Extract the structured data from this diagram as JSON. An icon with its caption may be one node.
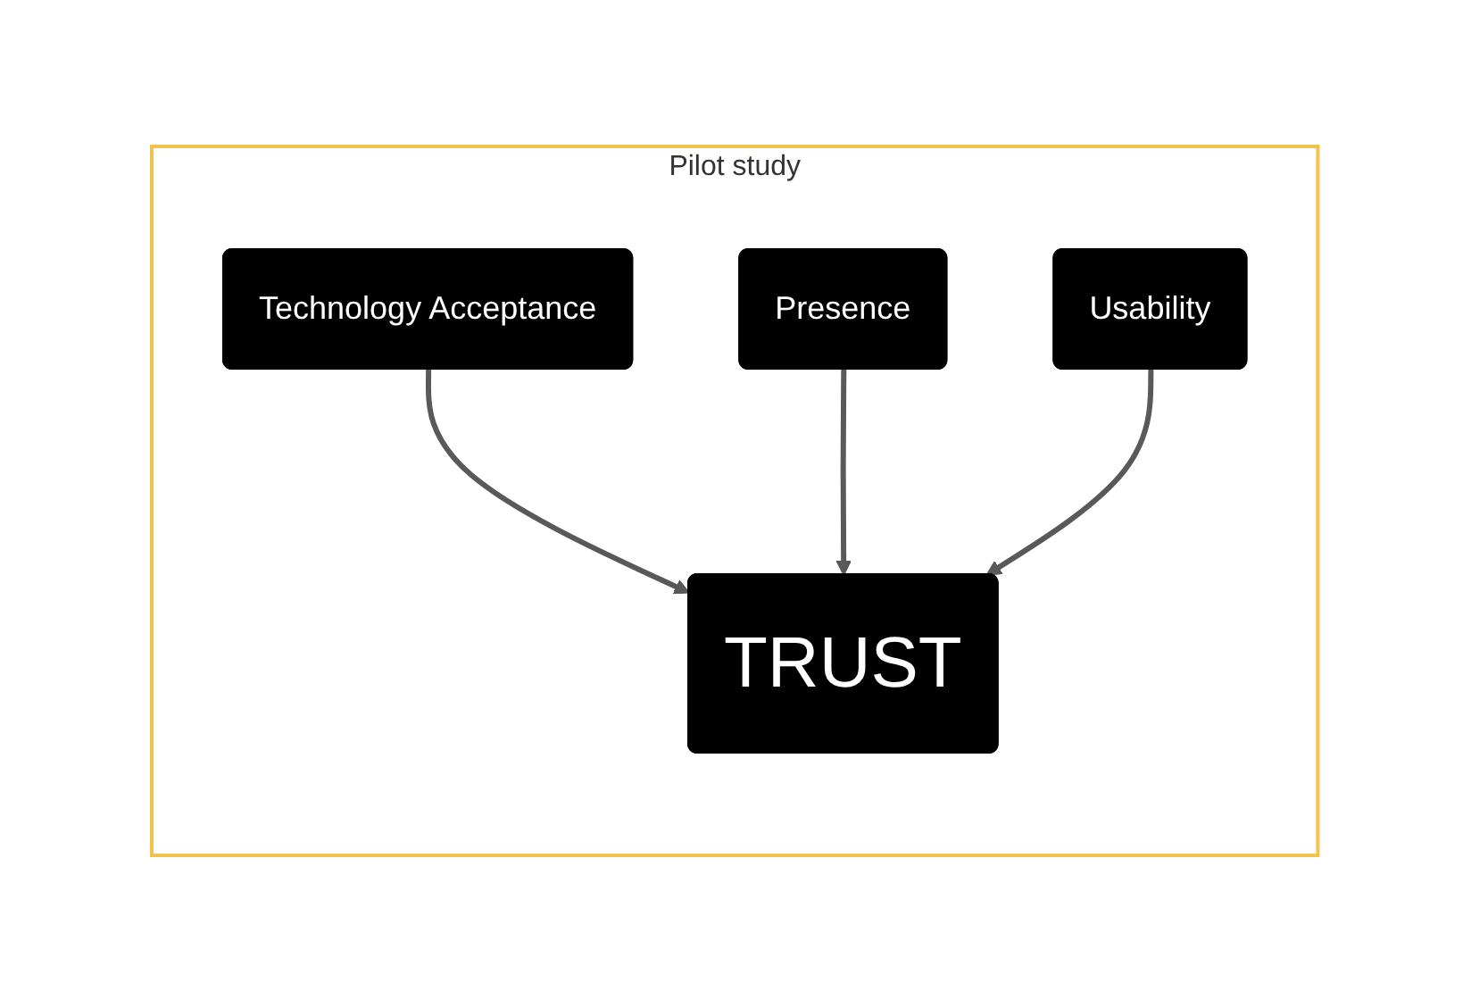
{
  "diagram": {
    "nodes": [
      {
        "text": [
          "Pilot study"
        ]
      },
      {
        "text": [
          "Presence"
        ],
        "in": 0
      },
      {
        "text": [
          "Technology Acceptance"
        ],
        "in": 0
      },
      {
        "text": [
          "Usability"
        ],
        "in": 0
      },
      {
        "text": [
          "TRUST"
        ],
        "in": 0
      }
    ],
    "edges": [
      {
        "from": 2,
        "to": 4,
        "arrow": "to"
      },
      {
        "from": 1,
        "to": 4,
        "arrow": "to"
      },
      {
        "from": 3,
        "to": 4,
        "arrow": "to"
      }
    ]
  }
}
